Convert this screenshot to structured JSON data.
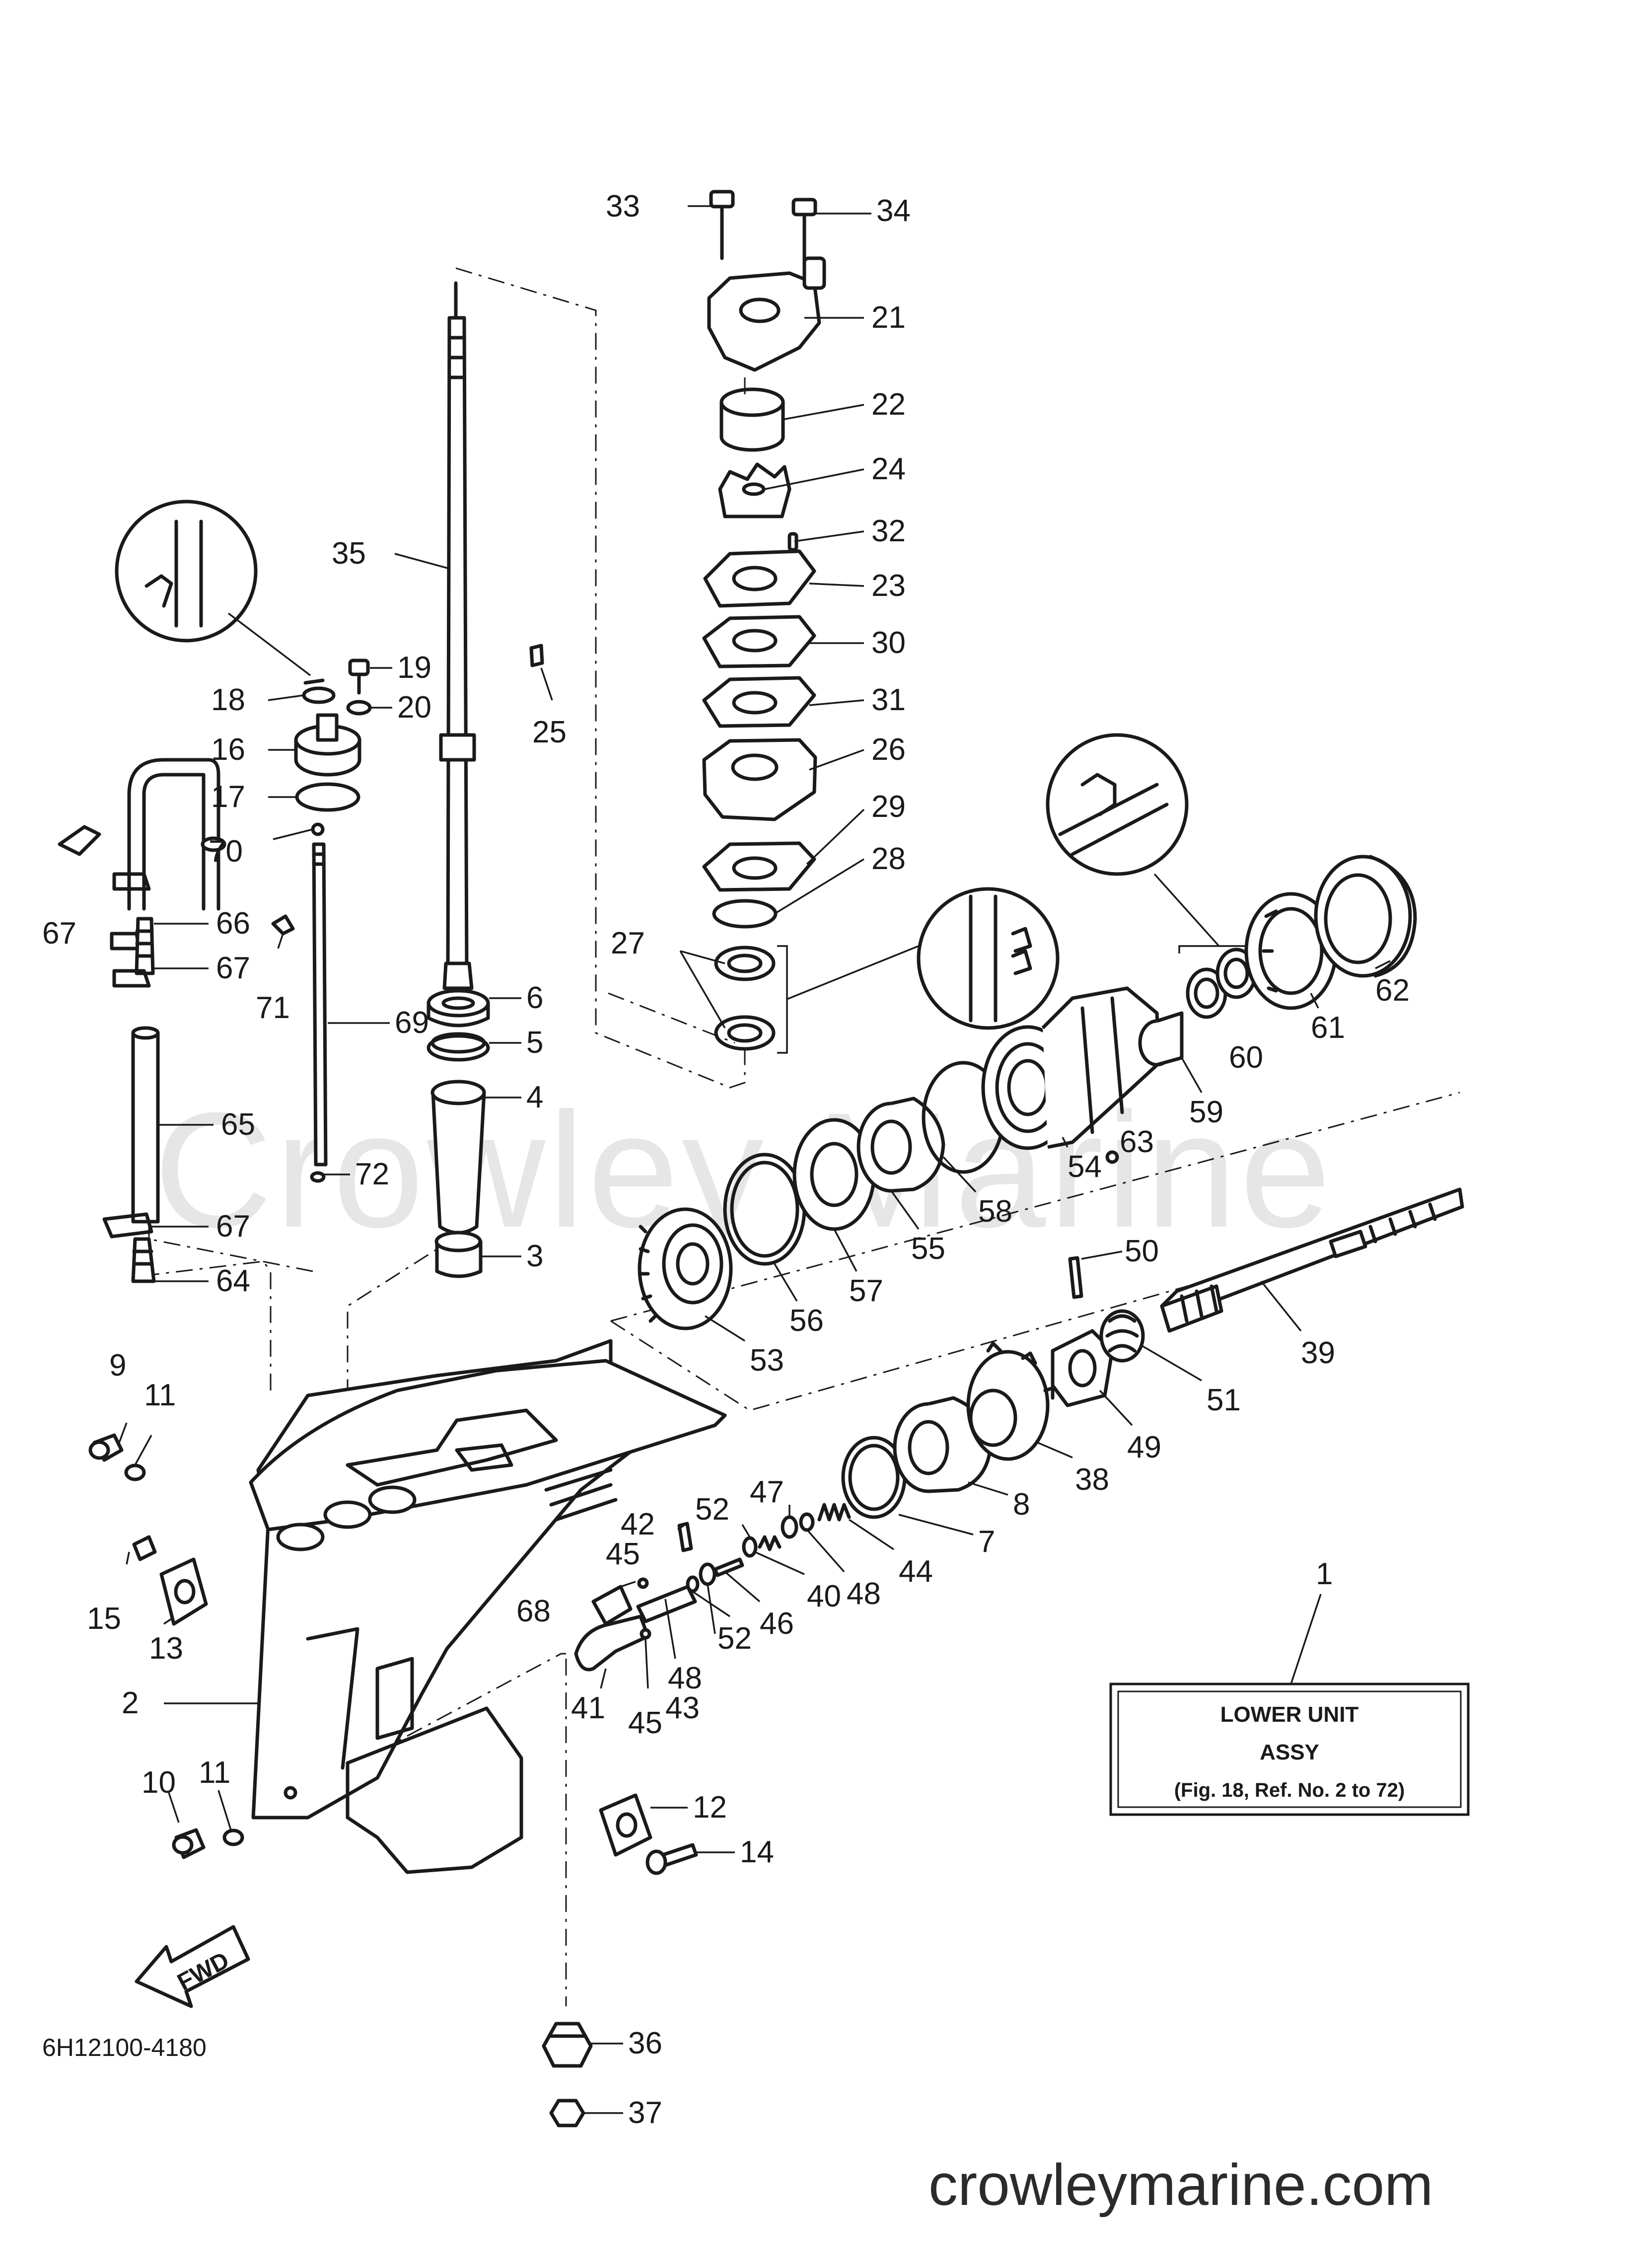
{
  "diagram": {
    "part_code": "6H12100-4180",
    "fwd_label": "FWD",
    "watermark": "Crowley Marine",
    "site": "crowleymarine.com",
    "assy_box": {
      "ref": "1",
      "title": "LOWER UNIT",
      "subtitle": "ASSY",
      "note": "(Fig. 18, Ref. No. 2 to 72)"
    },
    "callouts": [
      {
        "id": "33",
        "text": "33"
      },
      {
        "id": "34",
        "text": "34"
      },
      {
        "id": "21",
        "text": "21"
      },
      {
        "id": "22",
        "text": "22"
      },
      {
        "id": "24",
        "text": "24"
      },
      {
        "id": "32",
        "text": "32"
      },
      {
        "id": "23",
        "text": "23"
      },
      {
        "id": "30",
        "text": "30"
      },
      {
        "id": "31",
        "text": "31"
      },
      {
        "id": "26",
        "text": "26"
      },
      {
        "id": "29",
        "text": "29"
      },
      {
        "id": "28",
        "text": "28"
      },
      {
        "id": "27",
        "text": "27"
      },
      {
        "id": "35",
        "text": "35"
      },
      {
        "id": "25",
        "text": "25"
      },
      {
        "id": "19",
        "text": "19"
      },
      {
        "id": "20",
        "text": "20"
      },
      {
        "id": "18",
        "text": "18"
      },
      {
        "id": "16",
        "text": "16"
      },
      {
        "id": "17",
        "text": "17"
      },
      {
        "id": "70",
        "text": "70"
      },
      {
        "id": "66",
        "text": "66"
      },
      {
        "id": "67a",
        "text": "67"
      },
      {
        "id": "67b",
        "text": "67"
      },
      {
        "id": "71",
        "text": "71"
      },
      {
        "id": "69",
        "text": "69"
      },
      {
        "id": "6",
        "text": "6"
      },
      {
        "id": "5",
        "text": "5"
      },
      {
        "id": "4",
        "text": "4"
      },
      {
        "id": "65",
        "text": "65"
      },
      {
        "id": "72",
        "text": "72"
      },
      {
        "id": "67c",
        "text": "67"
      },
      {
        "id": "3",
        "text": "3"
      },
      {
        "id": "64",
        "text": "64"
      },
      {
        "id": "62",
        "text": "62"
      },
      {
        "id": "61",
        "text": "61"
      },
      {
        "id": "60",
        "text": "60"
      },
      {
        "id": "59",
        "text": "59"
      },
      {
        "id": "63",
        "text": "63"
      },
      {
        "id": "54",
        "text": "54"
      },
      {
        "id": "58",
        "text": "58"
      },
      {
        "id": "55",
        "text": "55"
      },
      {
        "id": "57",
        "text": "57"
      },
      {
        "id": "56",
        "text": "56"
      },
      {
        "id": "53",
        "text": "53"
      },
      {
        "id": "50",
        "text": "50"
      },
      {
        "id": "39",
        "text": "39"
      },
      {
        "id": "51",
        "text": "51"
      },
      {
        "id": "49",
        "text": "49"
      },
      {
        "id": "38",
        "text": "38"
      },
      {
        "id": "8",
        "text": "8"
      },
      {
        "id": "7",
        "text": "7"
      },
      {
        "id": "44",
        "text": "44"
      },
      {
        "id": "47",
        "text": "47"
      },
      {
        "id": "48a",
        "text": "48"
      },
      {
        "id": "40",
        "text": "40"
      },
      {
        "id": "52a",
        "text": "52"
      },
      {
        "id": "42",
        "text": "42"
      },
      {
        "id": "45a",
        "text": "45"
      },
      {
        "id": "68",
        "text": "68"
      },
      {
        "id": "46",
        "text": "46"
      },
      {
        "id": "52b",
        "text": "52"
      },
      {
        "id": "48b",
        "text": "48"
      },
      {
        "id": "43",
        "text": "43"
      },
      {
        "id": "41",
        "text": "41"
      },
      {
        "id": "45b",
        "text": "45"
      },
      {
        "id": "9",
        "text": "9"
      },
      {
        "id": "11a",
        "text": "11"
      },
      {
        "id": "15",
        "text": "15"
      },
      {
        "id": "13",
        "text": "13"
      },
      {
        "id": "2",
        "text": "2"
      },
      {
        "id": "10",
        "text": "10"
      },
      {
        "id": "11b",
        "text": "11"
      },
      {
        "id": "12",
        "text": "12"
      },
      {
        "id": "14",
        "text": "14"
      },
      {
        "id": "36",
        "text": "36"
      },
      {
        "id": "37",
        "text": "37"
      }
    ]
  }
}
